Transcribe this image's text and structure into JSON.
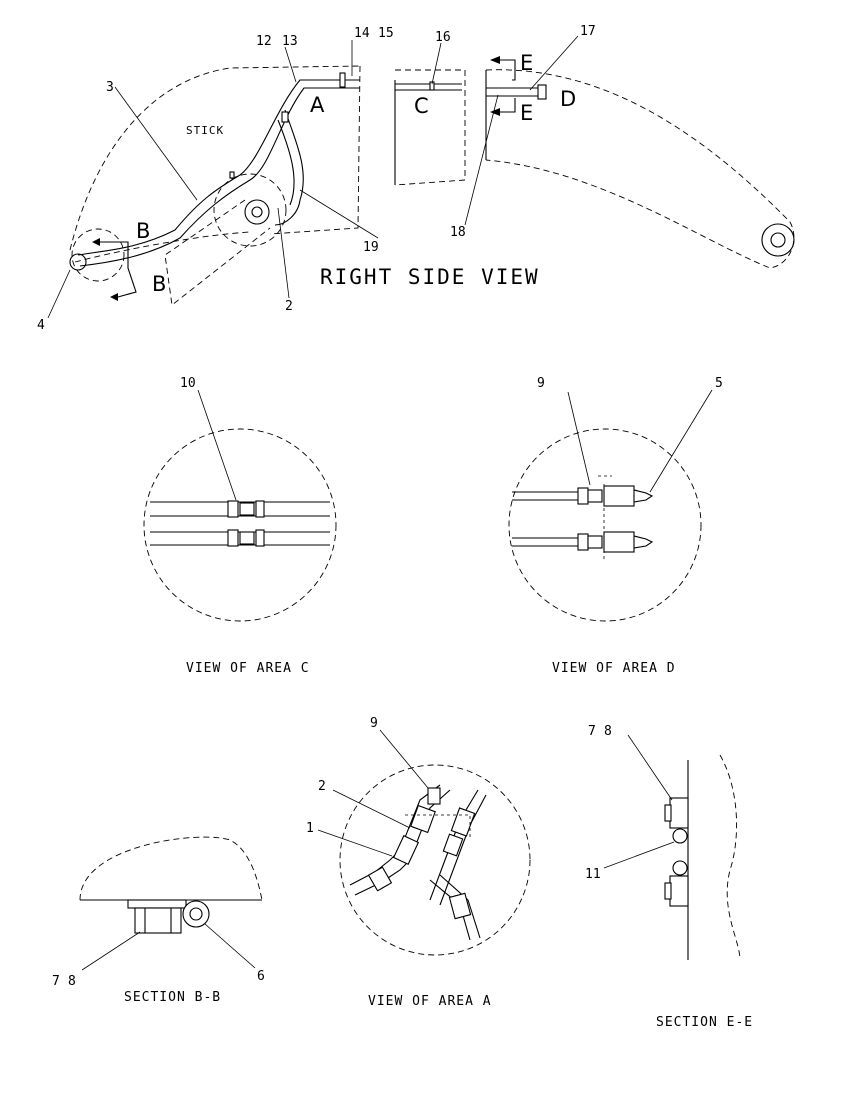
{
  "titles": {
    "right_side_view": "RIGHT SIDE VIEW",
    "view_area_c": "VIEW OF AREA C",
    "view_area_d": "VIEW OF AREA D",
    "view_area_a": "VIEW OF AREA A",
    "section_bb": "SECTION B-B",
    "section_ee": "SECTION E-E"
  },
  "labels": {
    "stick": "STICK",
    "letter_a": "A",
    "letter_b": "B",
    "letter_c": "C",
    "letter_d": "D",
    "letter_e": "E"
  },
  "callouts": {
    "right_side_view": [
      "12",
      "13",
      "14",
      "15",
      "16",
      "17",
      "3",
      "4",
      "2",
      "19",
      "18"
    ],
    "area_c": [
      "10"
    ],
    "area_d": [
      "9",
      "5"
    ],
    "area_a": [
      "9",
      "2",
      "1"
    ],
    "section_bb": [
      "7",
      "8",
      "6"
    ],
    "section_ee": [
      "7",
      "8",
      "11"
    ]
  }
}
